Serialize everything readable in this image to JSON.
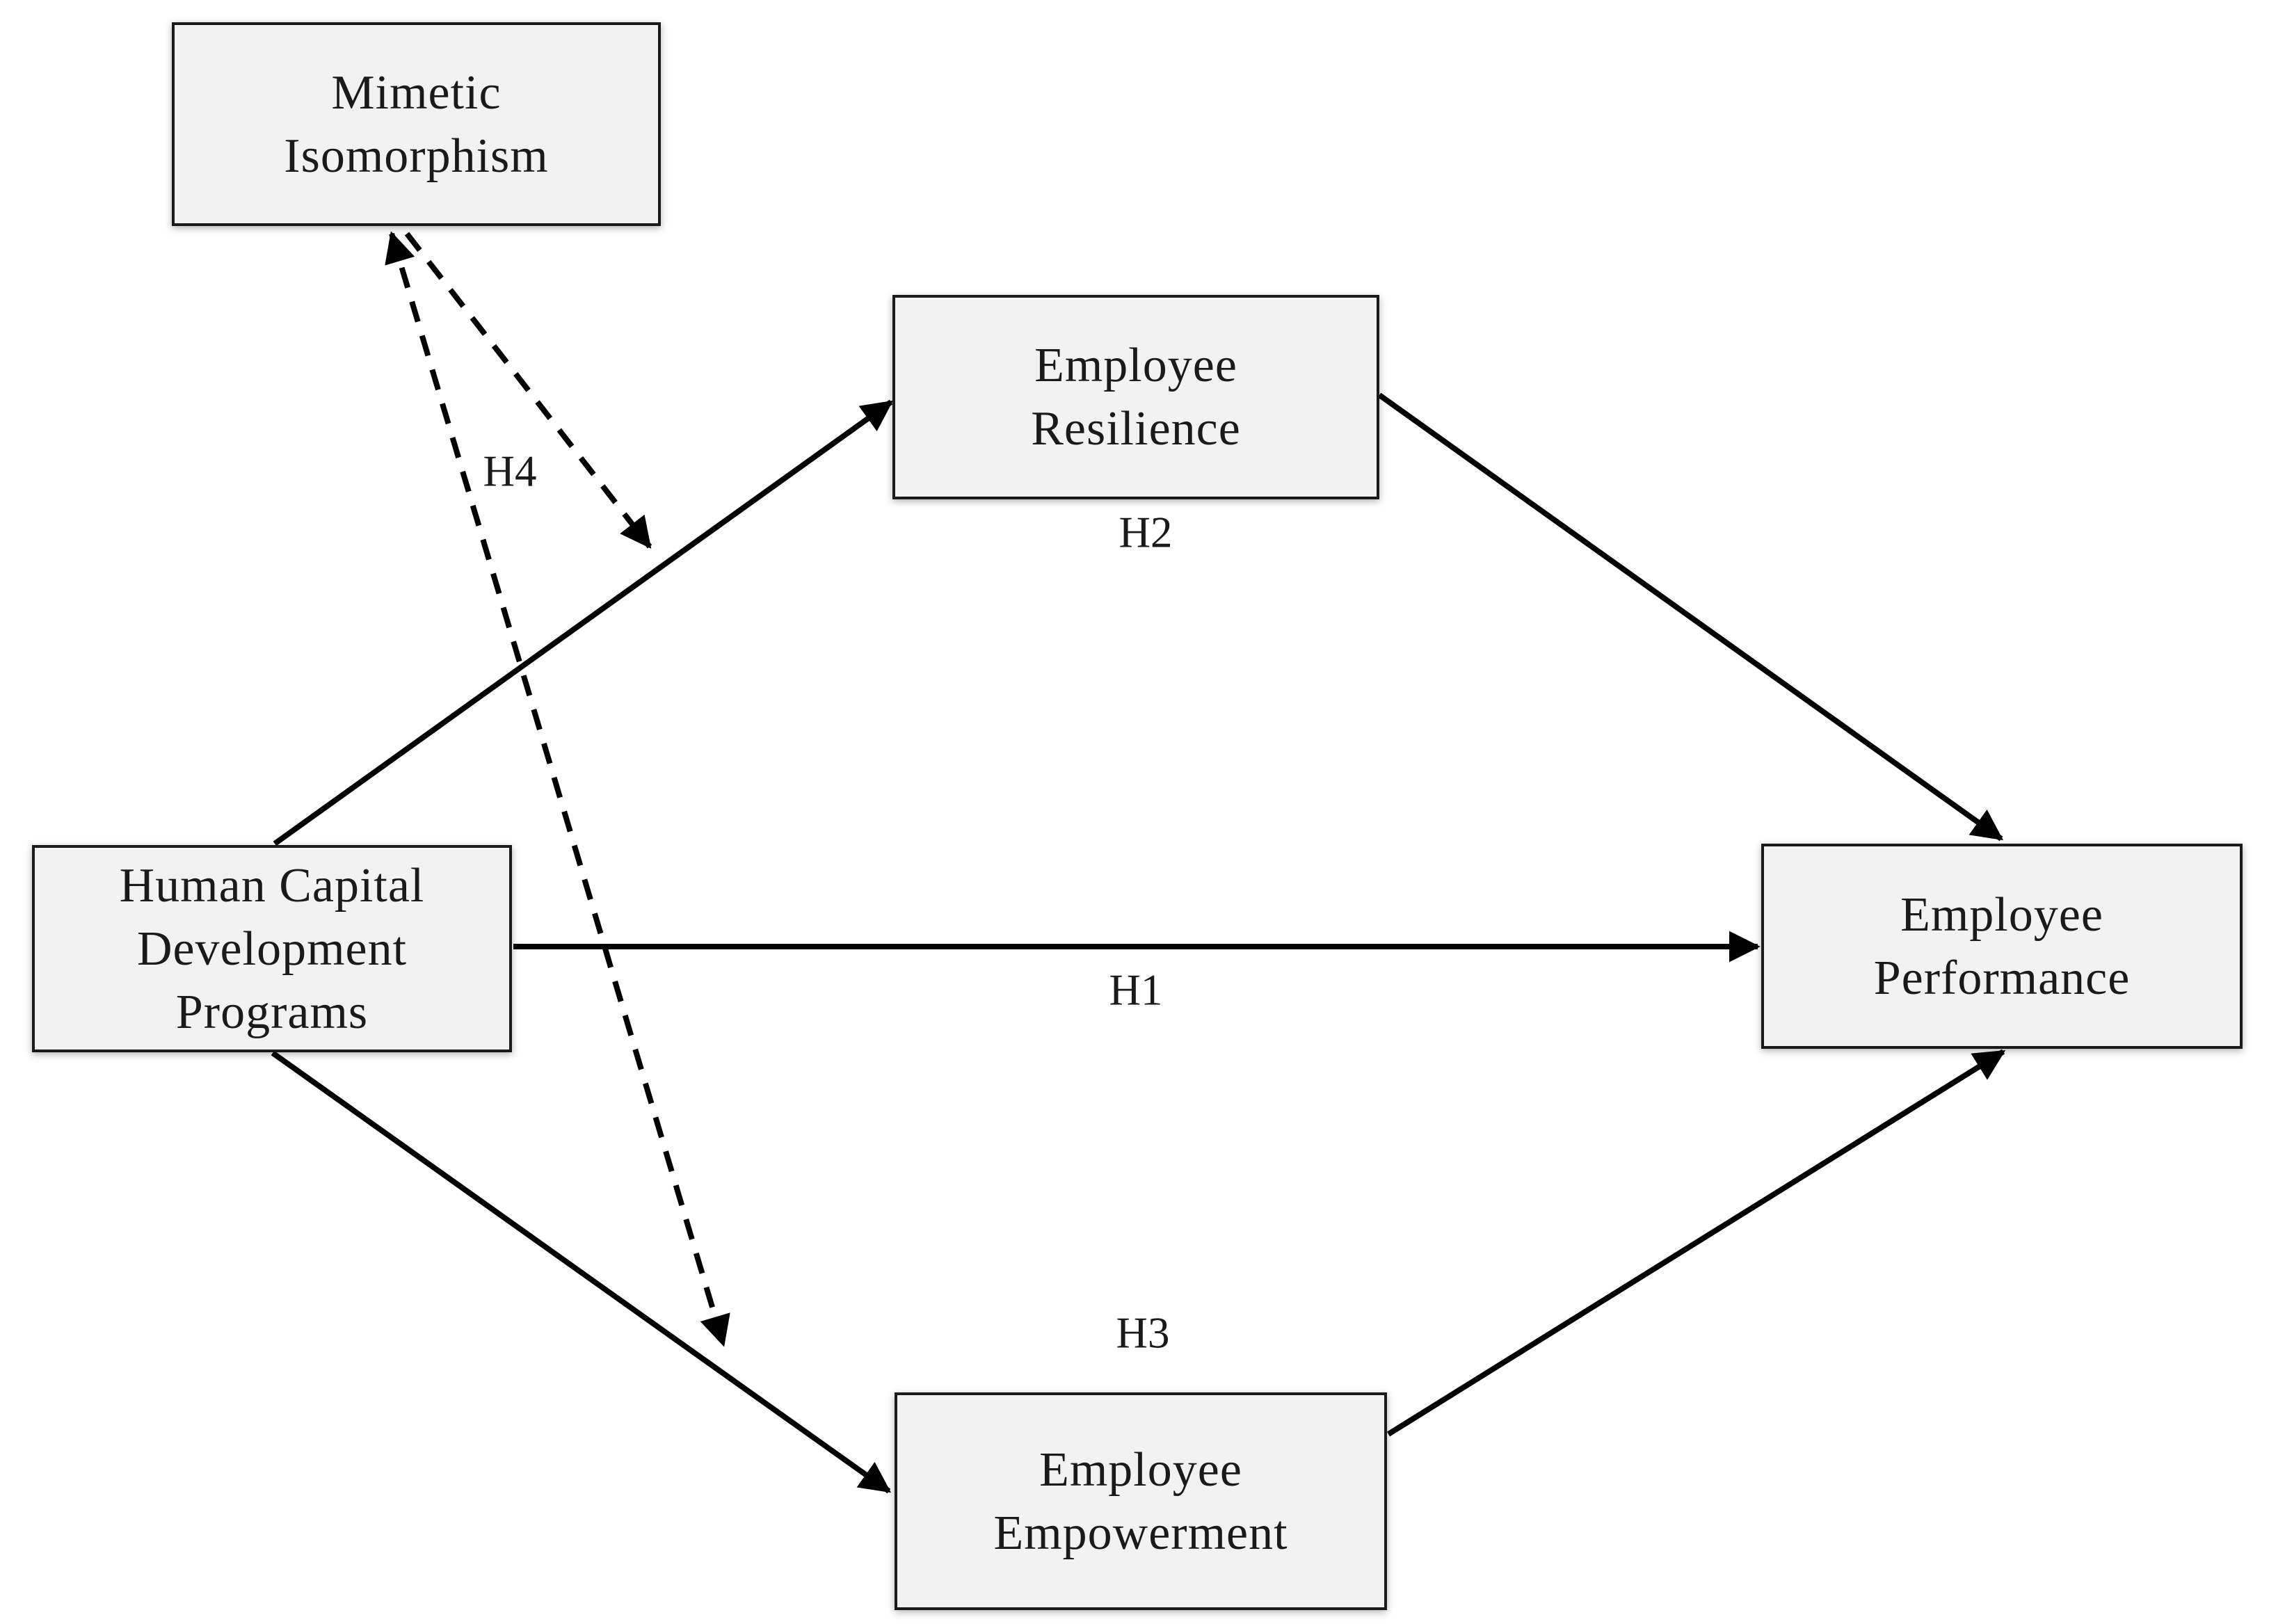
{
  "diagram": {
    "type": "conceptual-model",
    "colors": {
      "background": "#ffffff",
      "box_fill": "#f2f2f2",
      "box_border": "#1a1a1a",
      "arrow": "#000000",
      "text": "#1a1a1a"
    },
    "nodes": {
      "mimetic": {
        "label": "Mimetic Isomorphism",
        "lines": [
          "Mimetic",
          "Isomorphism"
        ]
      },
      "hcdp": {
        "label": "Human Capital Development Programs",
        "lines": [
          "Human Capital",
          "Development",
          "Programs"
        ]
      },
      "resilience": {
        "label": "Employee Resilience",
        "lines": [
          "Employee",
          "Resilience"
        ]
      },
      "empowerment": {
        "label": "Employee Empowerment",
        "lines": [
          "Employee",
          "Empowerment"
        ]
      },
      "performance": {
        "label": "Employee Performance",
        "lines": [
          "Employee",
          "Performance"
        ]
      }
    },
    "hypothesis_labels": {
      "h1": "H1",
      "h2": "H2",
      "h3": "H3",
      "h4": "H4"
    },
    "edges": [
      {
        "from": "Human Capital Development Programs",
        "to": "Employee Resilience",
        "style": "solid"
      },
      {
        "from": "Human Capital Development Programs",
        "to": "Employee Performance",
        "style": "solid",
        "label": "H1"
      },
      {
        "from": "Human Capital Development Programs",
        "to": "Employee Empowerment",
        "style": "solid"
      },
      {
        "from": "Employee Resilience",
        "to": "Employee Performance",
        "style": "solid",
        "label": "H2"
      },
      {
        "from": "Employee Empowerment",
        "to": "Employee Performance",
        "style": "solid",
        "label": "H3"
      },
      {
        "from": "Mimetic Isomorphism",
        "to": "path HCDP to Employee Resilience",
        "style": "dashed",
        "label": "H4"
      },
      {
        "from": "Mimetic Isomorphism",
        "to": "path HCDP to Employee Empowerment",
        "style": "dashed",
        "arrowheads": "both-ends"
      }
    ]
  }
}
